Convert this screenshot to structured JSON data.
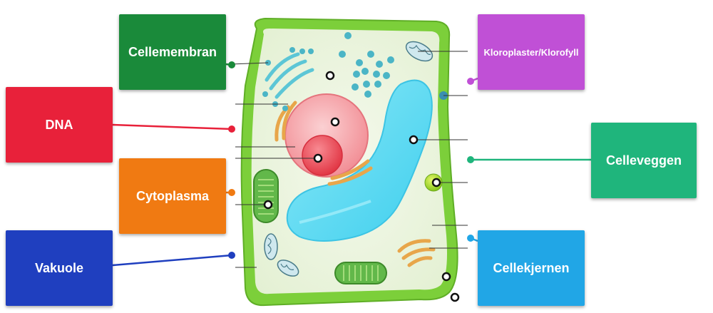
{
  "labels": {
    "cellemembran": "Cellemembran",
    "dna": "DNA",
    "cytoplasma": "Cytoplasma",
    "vakuole": "Vakuole",
    "kloroplaster": "Kloroplaster/Klorofyll",
    "celleveggen": "Celleveggen",
    "cellekjernen": "Cellekjernen"
  },
  "colors": {
    "cellemembran": "#1a8a3a",
    "dna": "#e8213a",
    "cytoplasma": "#f07a12",
    "vakuole": "#1f3fbf",
    "kloroplaster": "#c050d6",
    "celleveggen": "#1fb57c",
    "cellekjernen": "#21a6e6",
    "cell_wall": "#7ccf3a",
    "cytoplasm": "#eef6e2",
    "vacuole": "#6fdcf2",
    "nucleus": "#f6a3a8",
    "nucleolus": "#ef5561",
    "golgi": "#e8a64a",
    "chloroplast": "#62b84a"
  }
}
